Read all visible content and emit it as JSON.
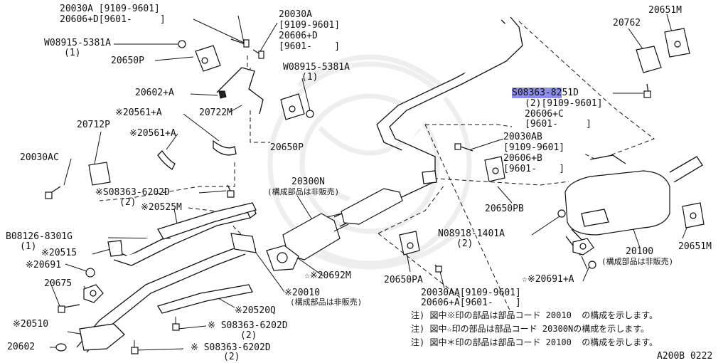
{
  "diagram_code": "A200B 0222",
  "labels": {
    "l1": "20030A [9109-9601]",
    "l2": "20606+D[9601-     ]",
    "l3": "20030A",
    "l4": "[9109-9601]",
    "l5": "20606+D",
    "l6": "[9601-    ]",
    "l7": "W08915-5381A",
    "l7b": "(1)",
    "l8": "20650P",
    "l9": "20602+A",
    "l10": "W08915-5381A",
    "l10b": "(1)",
    "l11": "※20561+A",
    "l12": "20722M",
    "l13": "20712P",
    "l14": "※20561+A",
    "l15": "20650P",
    "l16": "20030AC",
    "l17": "※S08363-6202D",
    "l17b": "(2)",
    "l18": "※20525M",
    "l19": "B08126-8301G",
    "l19b": "(1)",
    "l20": "※20515",
    "l21": "※20691",
    "l22": "20675",
    "l23": "※20510",
    "l24": "20602",
    "l25": "20300N",
    "l25b": "(構成部品は非販売)",
    "l26": "☆※20692M",
    "l27": "※20010",
    "l27b": "(構成部品は非販売)",
    "l28": "※20520Q",
    "l29": "※ S08363-6202D",
    "l29b": "(2)",
    "l30": "※ S08363-6202D",
    "l30b": "(2)",
    "l31": "20650PA",
    "l32": "20030AA[9109-9601]",
    "l33": "20606+A[9601-    ]",
    "l34": "20762",
    "l35": "20651M",
    "l36_hl": "S08363-82",
    "l36_rest": "51D",
    "l37": "(2)[9109-9601]",
    "l38": "20606+C",
    "l39": "[9601-     ]",
    "l40": "20030AB",
    "l41": "[9109-9601]",
    "l42": "20606+B",
    "l43": "[9601-    ]",
    "l44": "20650PB",
    "l45": "N08918-1401A",
    "l45b": "(2)",
    "l46": "20100",
    "l46b": "(構成部品は非販売)",
    "l47": "20651M",
    "l48": "☆※20691+A"
  },
  "notes": [
    "注) 図中※印の部品は部品コード 20010  の構成を示します。",
    "注) 図中☆印の部品は部品コード 20300Nの構成を示します。",
    "注) 図中＊印の部品は部品コード 20100  の構成を示します。"
  ]
}
